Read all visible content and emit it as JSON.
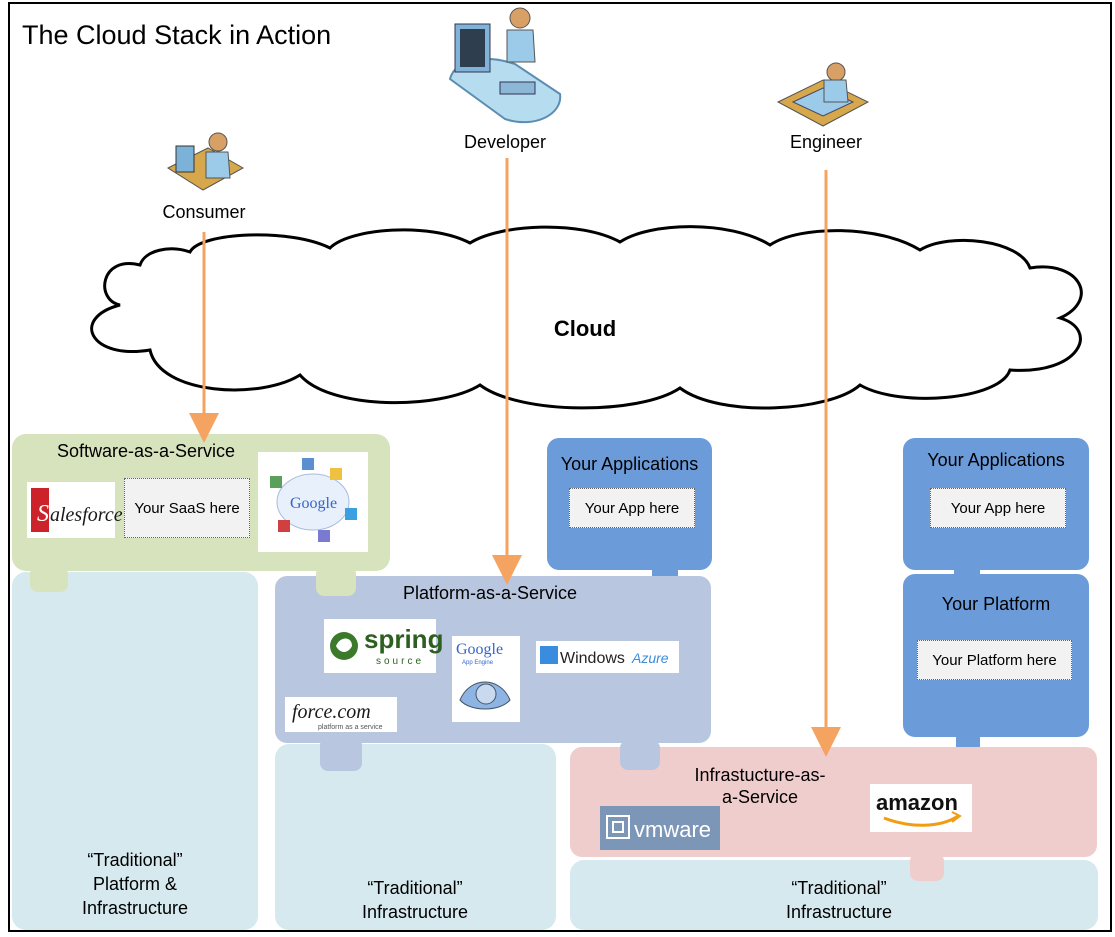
{
  "title": "The Cloud Stack in Action",
  "actors": {
    "consumer": "Consumer",
    "developer": "Developer",
    "engineer": "Engineer"
  },
  "cloud": "Cloud",
  "saas": {
    "title": "Software-as-a-Service",
    "placeholder": "Your SaaS here",
    "logos": {
      "salesforce": "Salesforce",
      "google": "Google"
    }
  },
  "paas": {
    "title": "Platform-as-a-Service",
    "logos": {
      "spring": "spring",
      "spring_sub": "source",
      "google": "Google",
      "google_sub": "App Engine",
      "azure": "Windows Azure",
      "force": "force.com",
      "force_sub": "platform as a service"
    }
  },
  "your_apps_1": {
    "title": "Your Applications",
    "placeholder": "Your App here"
  },
  "your_apps_2": {
    "title": "Your Applications",
    "placeholder": "Your App here"
  },
  "your_platform": {
    "title": "Your Platform",
    "placeholder": "Your Platform here"
  },
  "iaas": {
    "title_line1": "Infrastucture-as-",
    "title_line2": "a-Service",
    "logos": {
      "vmware": "vmware",
      "amazon": "amazon"
    }
  },
  "traditional": {
    "platform_infra": [
      "“Traditional”",
      "Platform &",
      "Infrastructure"
    ],
    "infra_1": [
      "“Traditional”",
      "Infrastructure"
    ],
    "infra_2": [
      "“Traditional”",
      "Infrastructure"
    ]
  },
  "colors": {
    "saas": "#d6e3bc",
    "paas": "#b8c7df",
    "your_blue": "#6c9bd9",
    "iaas": "#efcdcd",
    "traditional": "#d5e9ee",
    "arrow": "#f4a460"
  }
}
